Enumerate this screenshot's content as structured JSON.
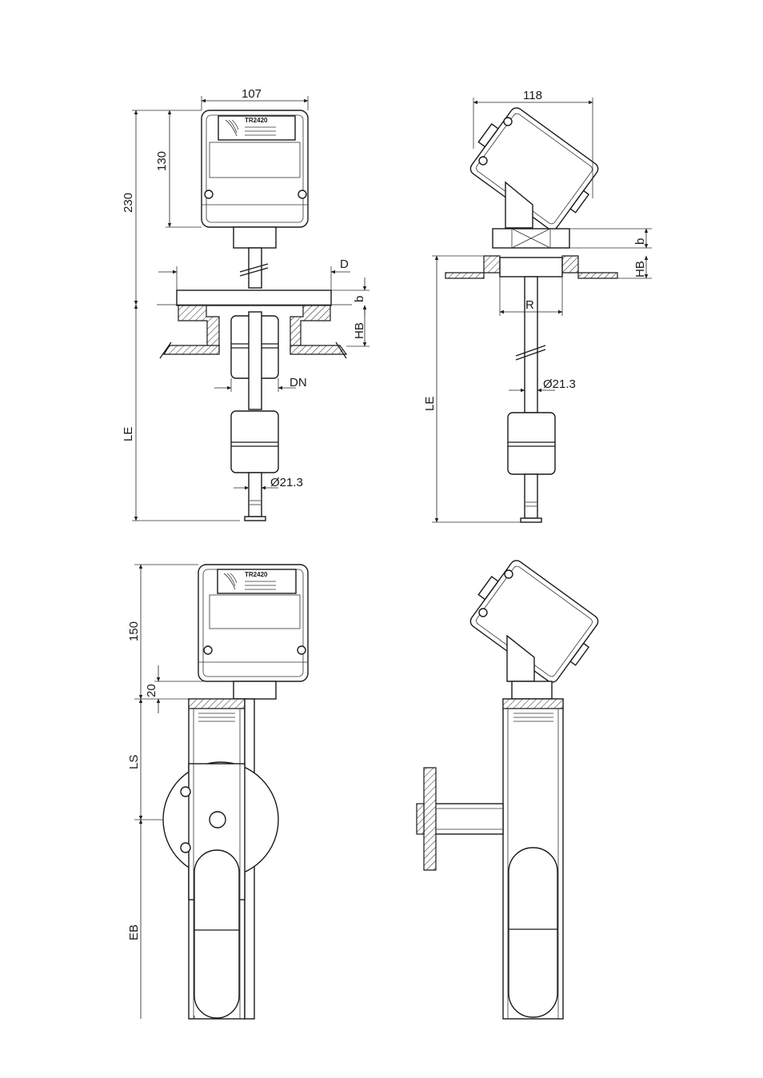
{
  "views": {
    "top_front": {
      "width_label": "107",
      "housing_height_label": "130",
      "total_height_label": "230",
      "flange_d_label": "D",
      "flange_b_label": "b",
      "flange_hb_label": "HB",
      "nominal_dn_label": "DN",
      "length_label": "LE",
      "rod_diameter_label": "Ø21.3",
      "nameplate_model": "TR2420"
    },
    "top_side": {
      "width_label": "118",
      "b_label": "b",
      "hb_label": "HB",
      "r_label": "R",
      "rod_diameter_label": "Ø21.3",
      "length_label": "LE"
    },
    "bottom_front": {
      "housing_height_label": "150",
      "neck_label": "20",
      "ls_label": "LS",
      "eb_label": "EB",
      "nameplate_model": "TR2420"
    }
  }
}
